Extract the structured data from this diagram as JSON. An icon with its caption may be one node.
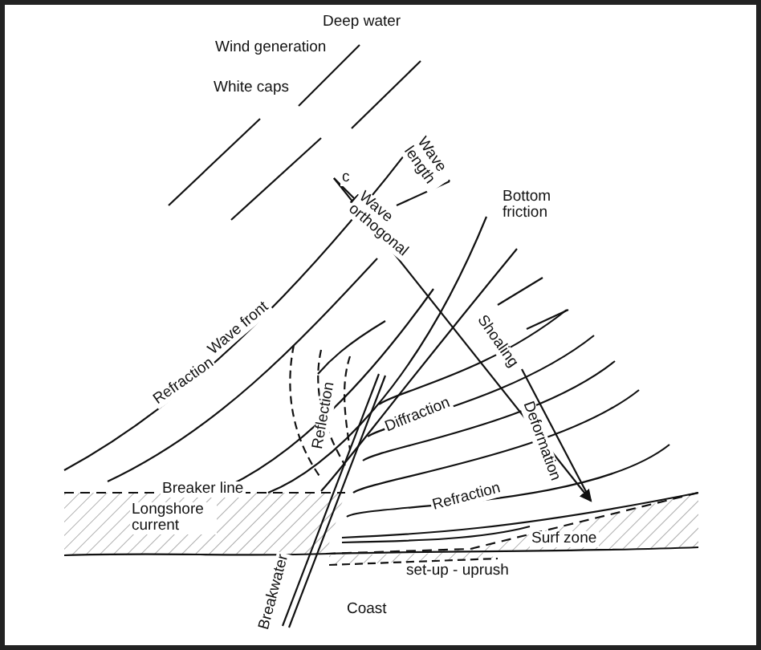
{
  "diagram": {
    "labels": [
      "Deep water",
      "Wind generation",
      "White caps",
      "Wave length",
      "c",
      "Bottom friction",
      "Wave orthogonal",
      "Wave front",
      "Shoaling",
      "Refraction",
      "Reflection",
      "Diffraction",
      "Deformation",
      "Breaker line",
      "Longshore current",
      "Refraction",
      "Surf zone",
      "set-up - uprush",
      "Breakwater",
      "Coast"
    ]
  }
}
